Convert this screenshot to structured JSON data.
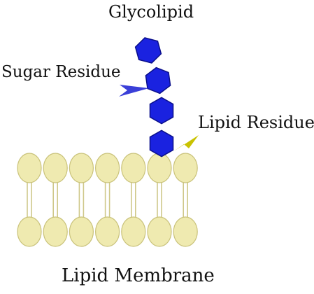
{
  "diagram": {
    "title": "Glycolipid",
    "labels": {
      "sugar_residue": "Sugar Residue",
      "lipid_residue": "Lipid Residue",
      "lipid_membrane": "Lipid Membrane"
    },
    "colors": {
      "sugar_fill": "#1a22e0",
      "sugar_stroke": "#0a0f8a",
      "sugar_arrow": "#3a3fd8",
      "lipid_head_fill": "#efeab0",
      "lipid_head_stroke": "#c9c27a",
      "lipid_tail": "#cfc88a",
      "lipid_arrow": "#c9c200",
      "text": "#111111"
    },
    "sugar_units": 4,
    "lipid_columns": 7
  }
}
